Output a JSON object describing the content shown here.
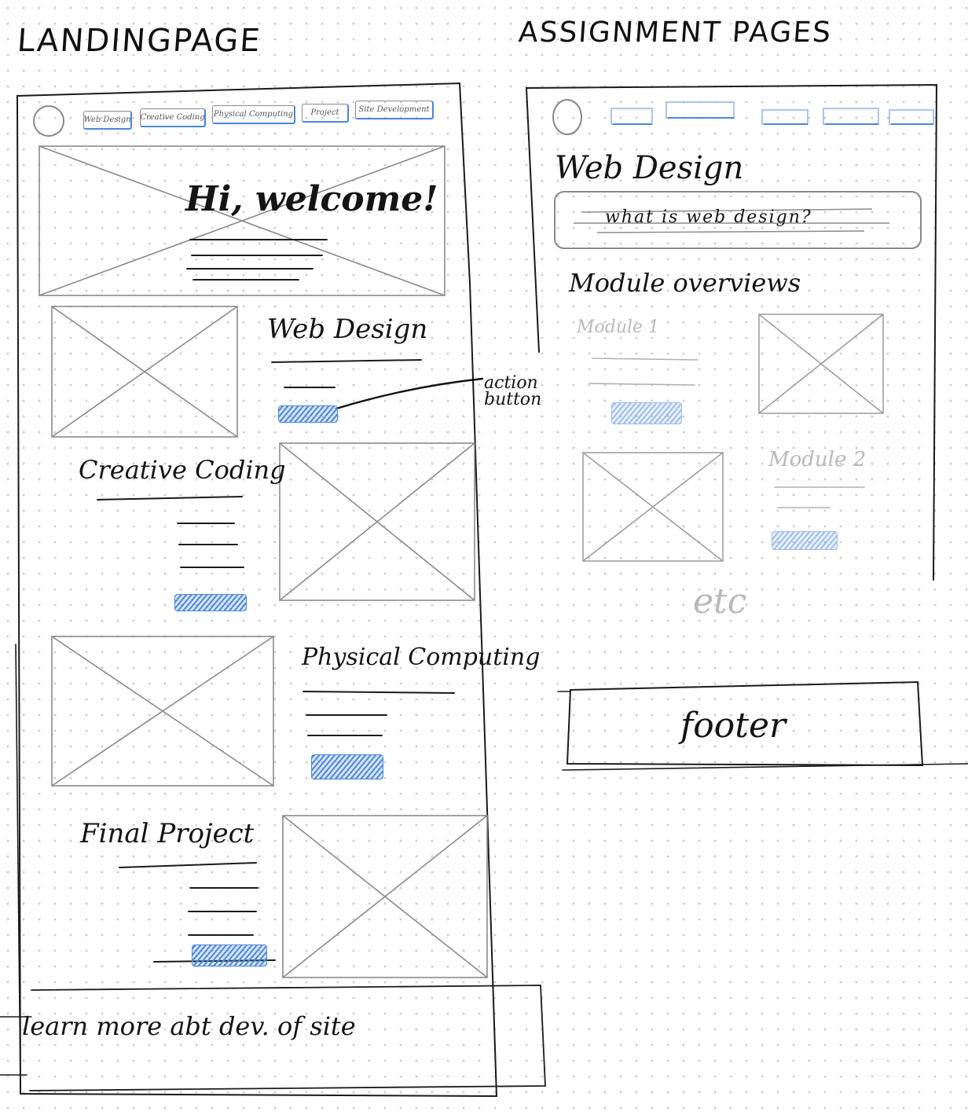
{
  "landing": {
    "title": "LANDINGPAGE",
    "nav": [
      "Web Design",
      "Creative Coding",
      "Physical Computing",
      "Project",
      "Site Development"
    ],
    "hero_heading": "Hi, welcome!",
    "sections": [
      "Web Design",
      "Creative Coding",
      "Physical Computing",
      "Final Project"
    ],
    "footer_text": "learn more abt dev. of site"
  },
  "annotation": "action button",
  "assignment": {
    "title": "ASSIGNMENT PAGES",
    "page_heading": "Web Design",
    "question": "what is web design?",
    "overview_heading": "Module overviews",
    "modules": [
      "Module 1",
      "Module 2"
    ],
    "etc": "etc",
    "footer": "footer"
  },
  "colors": {
    "ink": "#151515",
    "pencil": "#8a8a8a",
    "accent": "#4a86dc",
    "grid_dot": "#cfcfcf"
  }
}
